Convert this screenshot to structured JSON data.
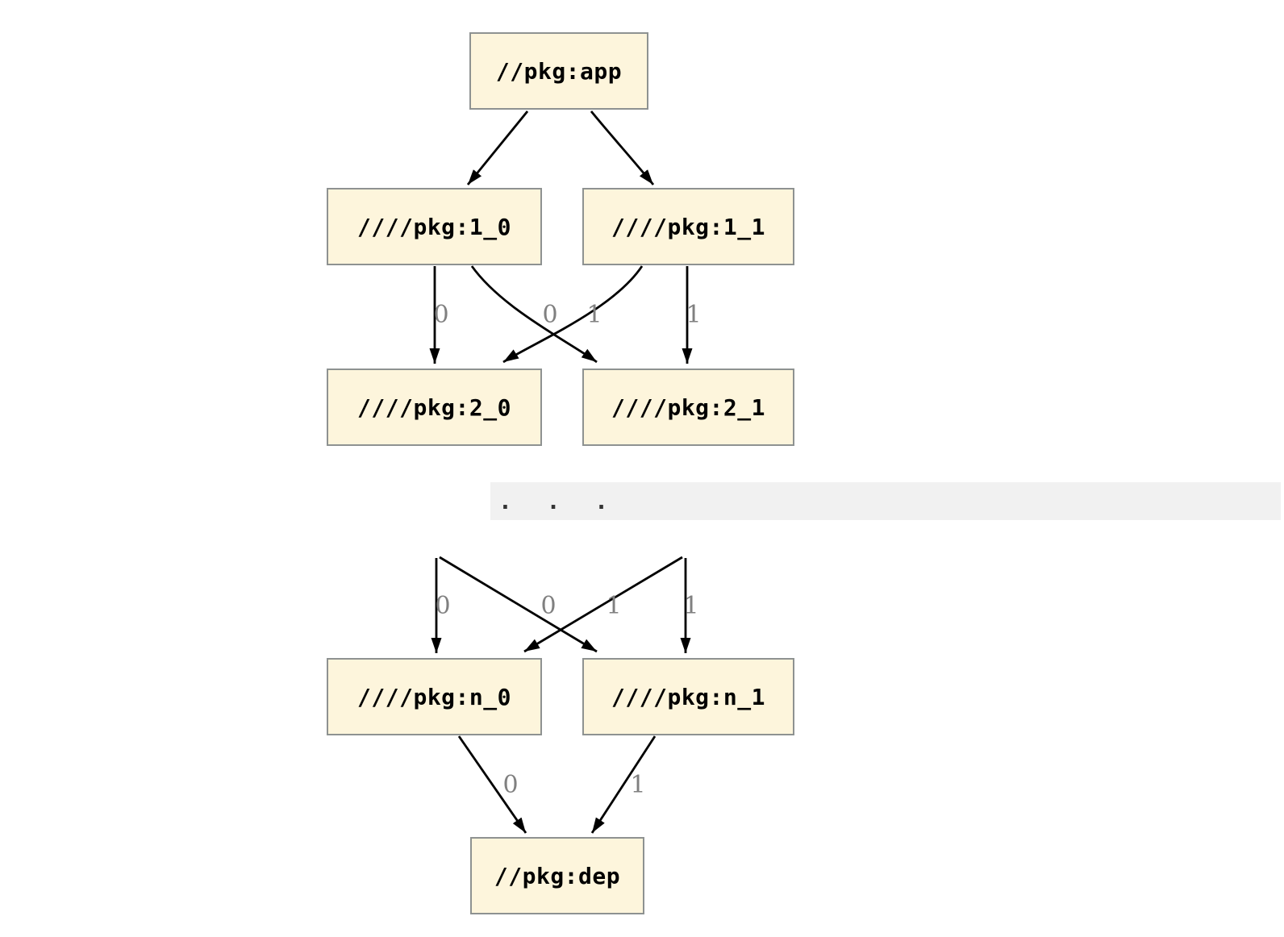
{
  "colors": {
    "background": "#FFFFFF",
    "node_fill": "#FDF5DC",
    "node_border": "#8E9291",
    "node_text": "#000000",
    "edge": "#000000",
    "edge_label": "#808080",
    "ellipsis_bar": "#F1F1F1",
    "ellipsis_text": "#333333"
  },
  "graph": {
    "nodes": {
      "app": {
        "label": "//pkg:app"
      },
      "l1_0": {
        "label": "////pkg:1_0"
      },
      "l1_1": {
        "label": "////pkg:1_1"
      },
      "l2_0": {
        "label": "////pkg:2_0"
      },
      "l2_1": {
        "label": "////pkg:2_1"
      },
      "ln_0": {
        "label": "////pkg:n_0"
      },
      "ln_1": {
        "label": "////pkg:n_1"
      },
      "dep": {
        "label": "//pkg:dep"
      }
    },
    "ellipsis_text": ".  .  .",
    "edge_labels": {
      "t0": "0",
      "t1": "0",
      "t2": "1",
      "t3": "1",
      "m0": "0",
      "m1": "0",
      "m2": "1",
      "m3": "1",
      "b0": "0",
      "b1": "1"
    },
    "edges": [
      {
        "from": "//pkg:app",
        "to": "////pkg:1_0",
        "label": ""
      },
      {
        "from": "//pkg:app",
        "to": "////pkg:1_1",
        "label": ""
      },
      {
        "from": "////pkg:1_0",
        "to": "////pkg:2_0",
        "label": "0"
      },
      {
        "from": "////pkg:1_0",
        "to": "////pkg:2_1",
        "label": "0"
      },
      {
        "from": "////pkg:1_1",
        "to": "////pkg:2_0",
        "label": "1"
      },
      {
        "from": "////pkg:1_1",
        "to": "////pkg:2_1",
        "label": "1"
      },
      {
        "from": "...",
        "to": "////pkg:n_0",
        "label": "0"
      },
      {
        "from": "...",
        "to": "////pkg:n_1",
        "label": "0"
      },
      {
        "from": "...",
        "to": "////pkg:n_0",
        "label": "1"
      },
      {
        "from": "...",
        "to": "////pkg:n_1",
        "label": "1"
      },
      {
        "from": "////pkg:n_0",
        "to": "//pkg:dep",
        "label": "0"
      },
      {
        "from": "////pkg:n_1",
        "to": "//pkg:dep",
        "label": "1"
      }
    ]
  }
}
